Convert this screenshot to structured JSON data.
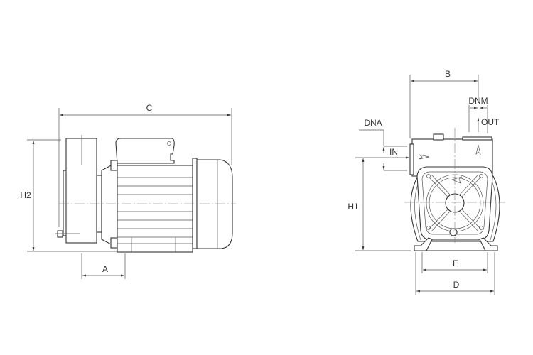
{
  "drawing": {
    "side_view": {
      "dimensions": {
        "overall_length": "C",
        "height": "H2",
        "foot_offset": "A"
      }
    },
    "front_view": {
      "dimensions": {
        "width_to_outlet": "B",
        "outlet_diameter": "DNM",
        "outlet_label": "OUT",
        "inlet_diameter": "DNA",
        "inlet_label": "IN",
        "inlet_height": "H1",
        "foot_hole_spacing": "E",
        "base_width": "D"
      }
    },
    "line_color": "#333333"
  }
}
